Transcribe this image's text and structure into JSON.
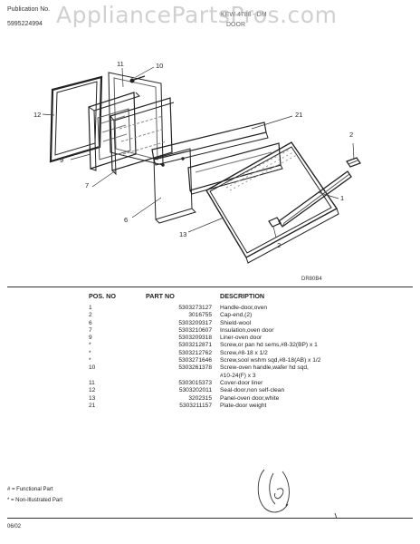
{
  "header": {
    "publication_label": "Publication No.",
    "publication_number": "5995224994",
    "model_fragment": "KEW 4788 - DM",
    "section_fragment": "DOOR",
    "watermark": "AppliancePartsPros.com"
  },
  "diagram": {
    "code": "DR80B4",
    "callouts": [
      "11",
      "10",
      "12",
      "21",
      "2",
      "9",
      "7",
      "1",
      "6",
      "13",
      "2"
    ]
  },
  "parts_table": {
    "columns": [
      "POS. NO",
      "PART NO",
      "DESCRIPTION"
    ],
    "rows": [
      {
        "pos": "1",
        "part": "5303273127",
        "desc": "Handle-door,oven"
      },
      {
        "pos": "2",
        "part": "3016755",
        "desc": "Cap-end,(2)"
      },
      {
        "pos": "6",
        "part": "5303209317",
        "desc": "Shield-wool"
      },
      {
        "pos": "7",
        "part": "5303210607",
        "desc": "Insulation,oven door"
      },
      {
        "pos": "9",
        "part": "5303209318",
        "desc": "Liner-oven door"
      },
      {
        "pos": "*",
        "part": "5303212871",
        "desc": "Screw,or pan hd sems,#8-32(BP) x 1"
      },
      {
        "pos": "*",
        "part": "5303212762",
        "desc": "Screw,#8-18 x 1/2"
      },
      {
        "pos": "*",
        "part": "5303271646",
        "desc": "Screw,sool wshm sqd,#8-18(AB) x 1/2"
      },
      {
        "pos": "10",
        "part": "5303261378",
        "desc": "Screw-oven handle,wafer hd sqd,"
      },
      {
        "pos": "",
        "part": "",
        "desc": "#10-24(F) x 3"
      },
      {
        "pos": "11",
        "part": "5303015373",
        "desc": "Cover-door liner"
      },
      {
        "pos": "12",
        "part": "5303202011",
        "desc": "Seal-door,non self-clean"
      },
      {
        "pos": "13",
        "part": "3202315",
        "desc": "Panel-oven door,white"
      },
      {
        "pos": "21",
        "part": "5303211157",
        "desc": "Plate-door weight"
      }
    ]
  },
  "notes": {
    "functional": "# = Functional Part",
    "non_illustrated": "* = Non-Illustrated Part"
  },
  "footer": {
    "date": "06/02",
    "handwritten_mark": "(5)"
  }
}
